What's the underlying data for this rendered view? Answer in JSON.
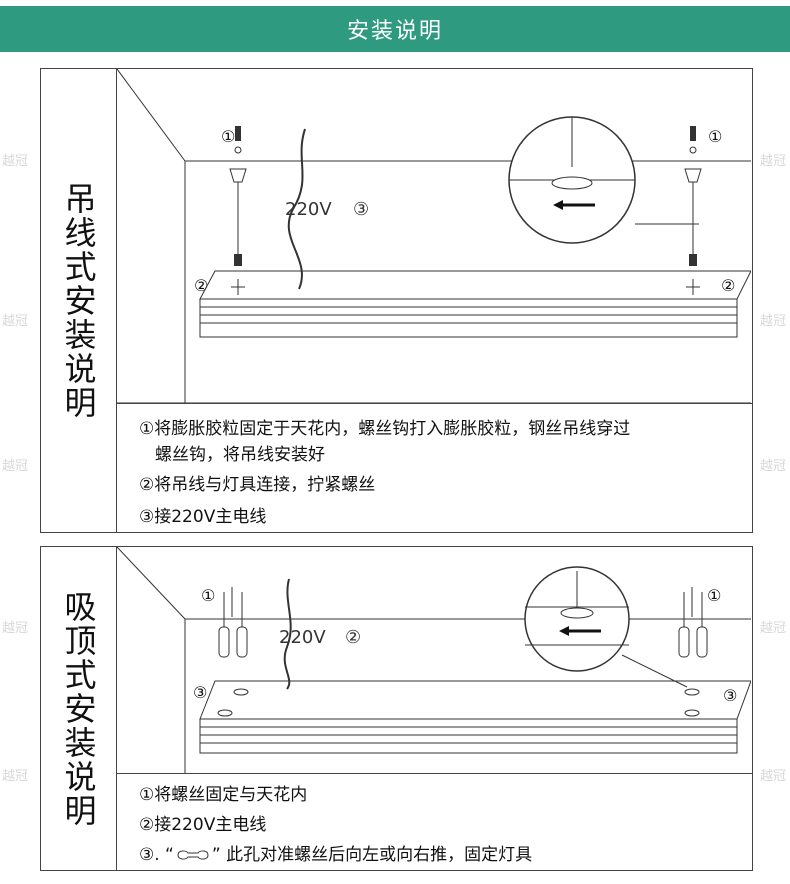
{
  "header": {
    "title": "安装说明"
  },
  "watermark": "越冠",
  "section_hanging": {
    "title": "吊线式安装说明",
    "wire_label": "220V",
    "markers": {
      "one": "①",
      "two": "②",
      "three": "③"
    },
    "notes": [
      "①将膨胀胶粒固定于天花内，螺丝钩打入膨胀胶粒，钢丝吊线穿过",
      "螺丝钩，将吊线安装好",
      "②将吊线与灯具连接，拧紧螺丝",
      "③接220V主电线"
    ]
  },
  "section_ceiling": {
    "title": "吸顶式安装说明",
    "wire_label": "220V",
    "markers": {
      "one": "①",
      "two": "②",
      "three": "③"
    },
    "notes": [
      "①将螺丝固定与天花内",
      "②接220V主电线",
      "③. “",
      "” 此孔对准螺丝后向左或向右推，固定灯具"
    ]
  }
}
